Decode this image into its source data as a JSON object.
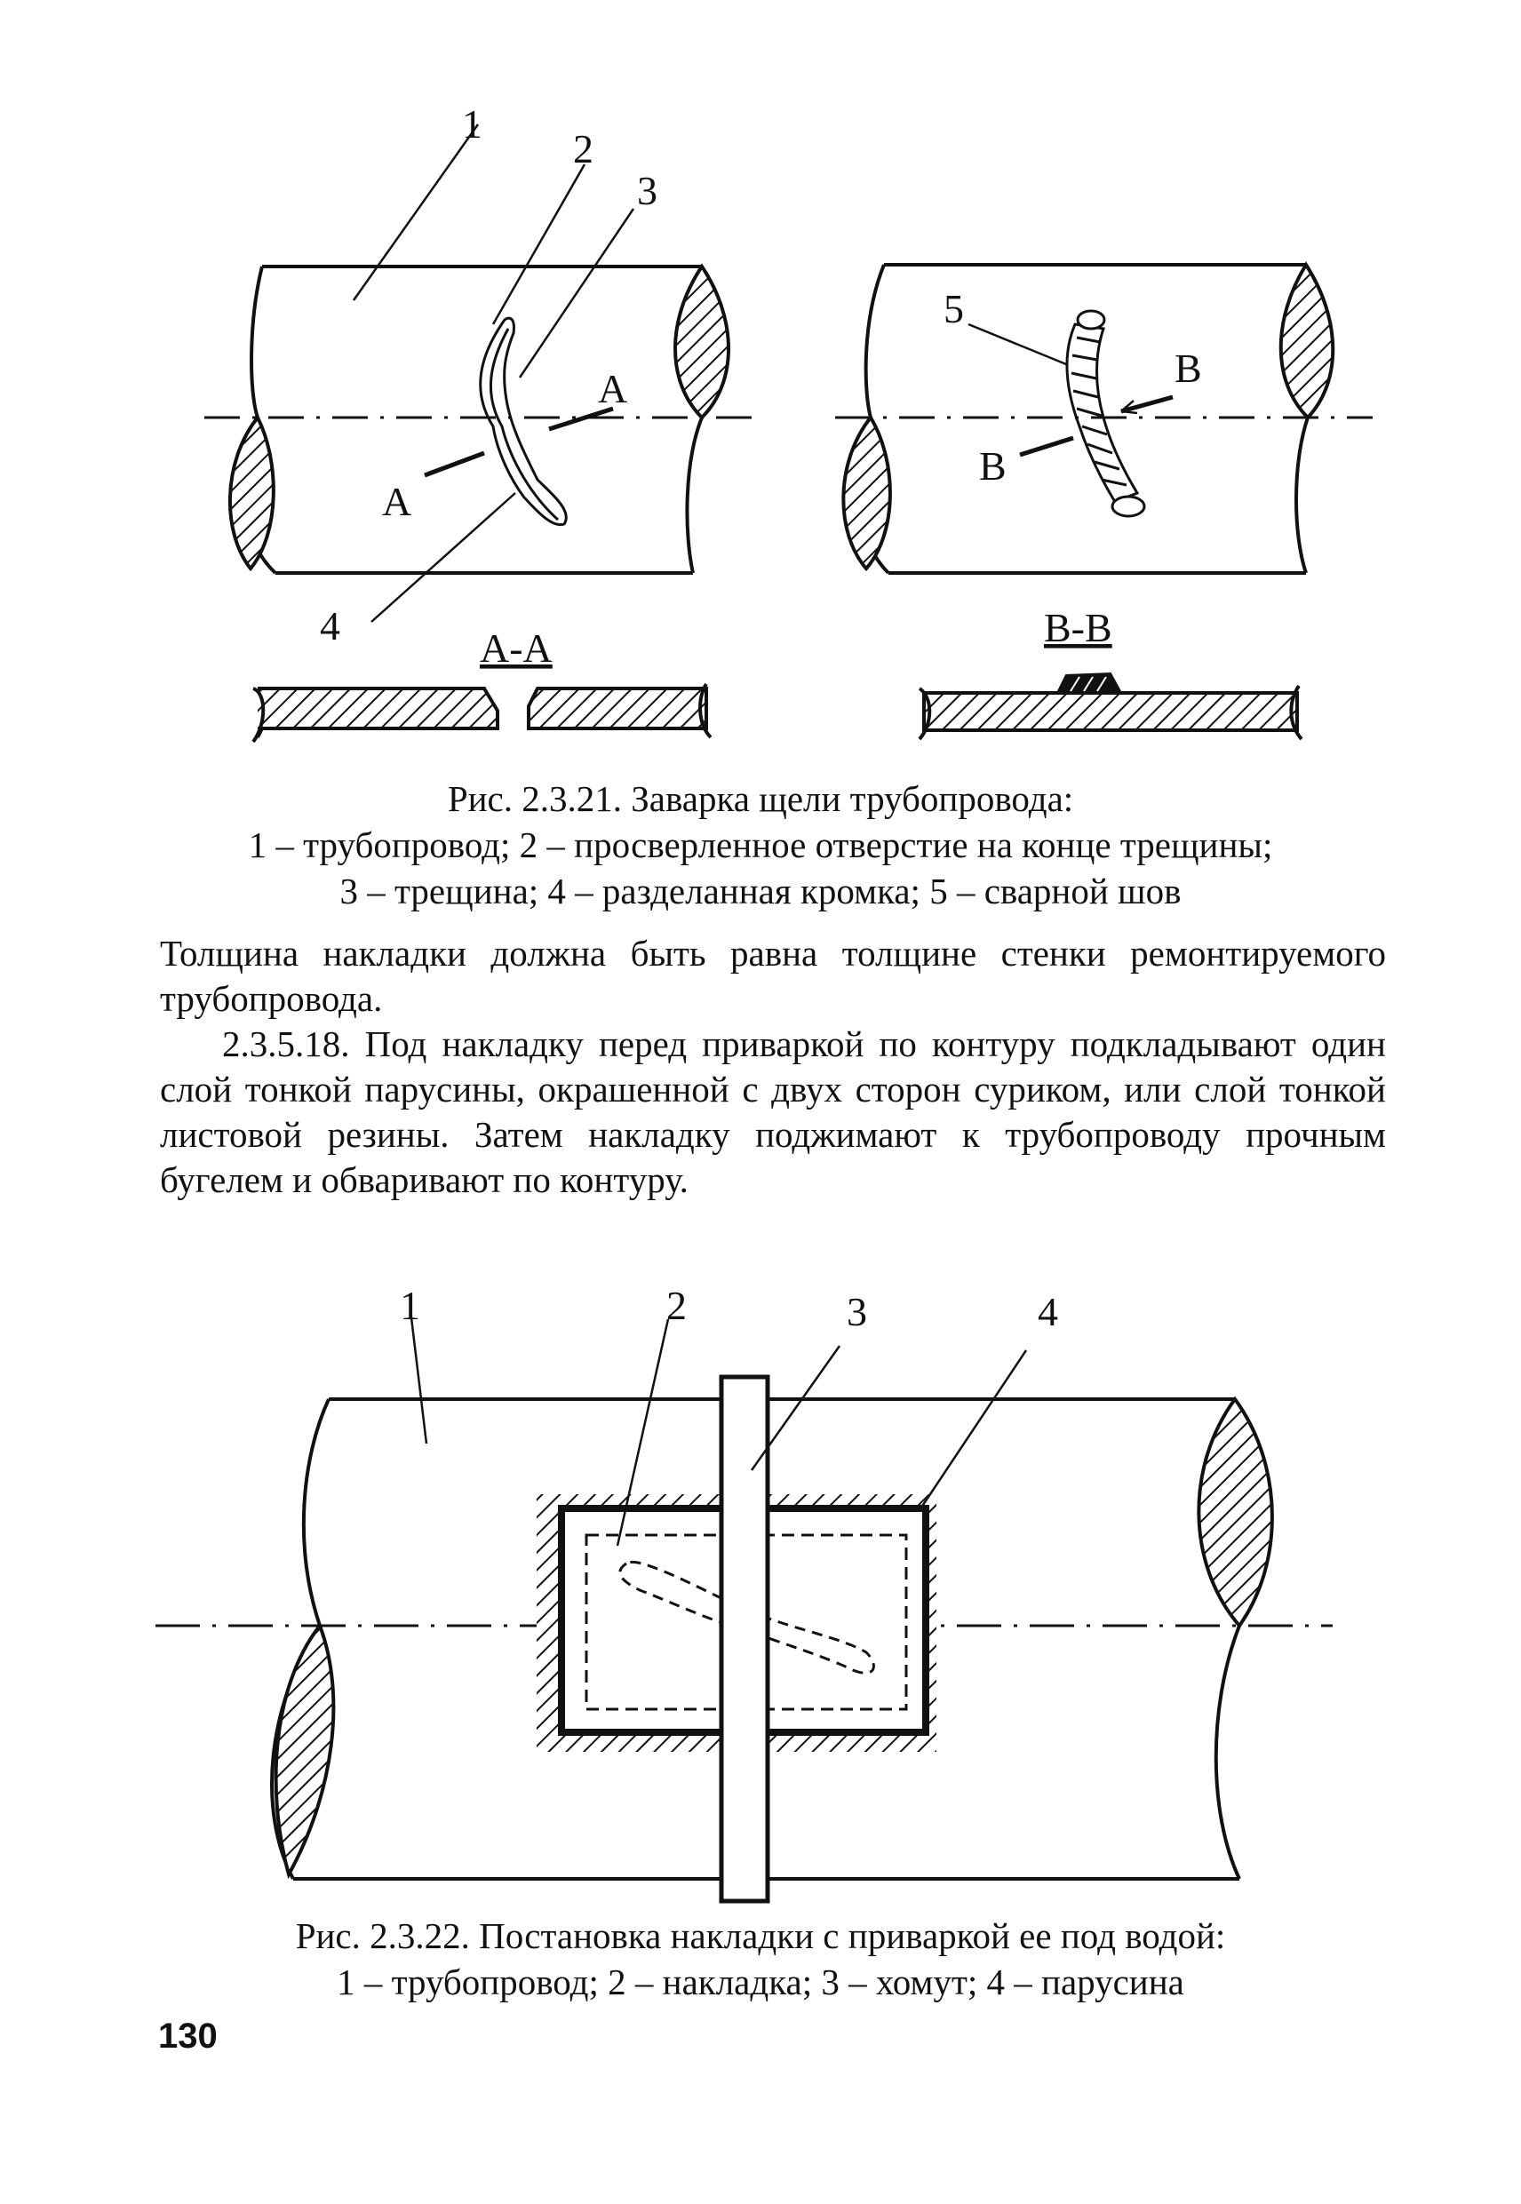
{
  "figure1": {
    "left_labels": {
      "n1": "1",
      "n2": "2",
      "n3": "3",
      "n4": "4",
      "a_upper": "A",
      "a_lower": "A"
    },
    "right_labels": {
      "n5": "5",
      "b_upper": "B",
      "b_lower": "B"
    },
    "section_aa": "A-A",
    "section_bb": "B-B",
    "caption": {
      "line1": "Рис. 2.3.21. Заварка щели трубопровода:",
      "line2": "1 – трубопровод; 2 – просверленное отверстие на конце трещины;",
      "line3": "3 – трещина; 4 – разделанная кромка; 5 – сварной шов"
    }
  },
  "body": {
    "para1": "Толщина накладки должна быть равна толщине стенки ремонтируемого трубопровода.",
    "para2": "2.3.5.18. Под накладку перед приваркой по контуру подкладывают один слой тонкой парусины, окрашенной с двух сторон суриком, или слой тонкой листовой резины. Затем накладку поджимают к трубопроводу прочным бугелем и обваривают по контуру."
  },
  "figure2": {
    "labels": {
      "n1": "1",
      "n2": "2",
      "n3": "3",
      "n4": "4"
    },
    "caption": {
      "line1": "Рис. 2.3.22. Постановка накладки с приваркой ее под водой:",
      "line2": "1 – трубопровод; 2 – накладка; 3 – хомут; 4 – парусина"
    }
  },
  "page_number": "130"
}
